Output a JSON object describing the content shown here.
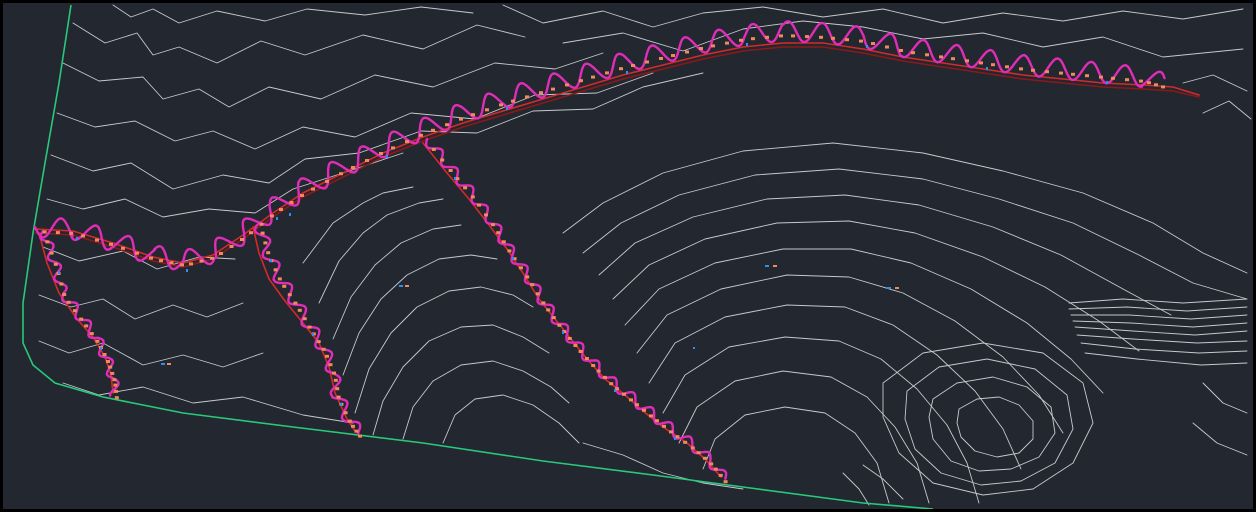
{
  "colors": {
    "background": "#222730",
    "contour": "#c7c9cc",
    "boundary": "#29c97a",
    "alignment": "#e02db8",
    "road_red": "#d42a2a",
    "road_dark": "#8a1a1a",
    "marker_orange": "#f08a5c",
    "marker_blue": "#2f8ff0",
    "frame": "#000000"
  },
  "layers": {
    "contours": "terrain-contour-lines",
    "boundary": "site-boundary-line",
    "alignment": "magenta-alignment-polylines",
    "roads": "red-road-centerlines",
    "markers": "survey-point-markers"
  }
}
